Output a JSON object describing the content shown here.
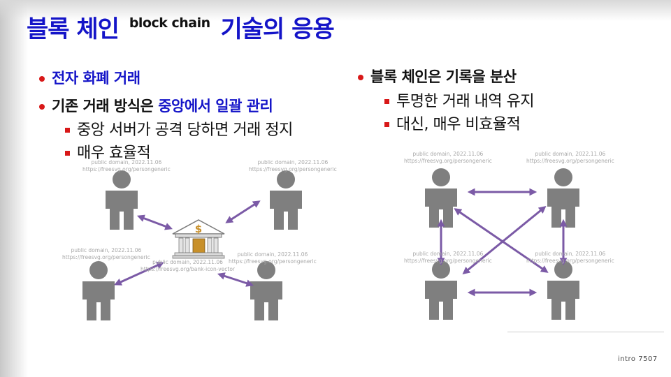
{
  "title": {
    "main": "블록 체인",
    "sup": "block chain",
    "rest": "기술의 응용"
  },
  "left": {
    "bullet1": "전자 화폐 거래",
    "bullet2_pre": "기존 거래 방식은 ",
    "bullet2_hl": "중앙에서 일괄 관리",
    "sub1": "중앙 서버가 공격 당하면 거래 정지",
    "sub2": "매우 효율적"
  },
  "right": {
    "bullet1": "블록 체인은 기록을 분산",
    "sub1": "투명한 거래 내역 유지",
    "sub2": "대신, 매우 비효율적"
  },
  "credits": {
    "person_l1": "public domain, 2022.11.06",
    "person_l2": "https://freesvg.org/persongeneric",
    "bank_l1": "public domain, 2022.11.06",
    "bank_l2": "https://freesvg.org/bank-icon-vector"
  },
  "icons": {
    "person": "person-icon",
    "bank": "bank-icon",
    "arrow": "double-arrow"
  },
  "colors": {
    "title": "#1414c8",
    "bullet": "#d81818",
    "person": "#7f7f7f",
    "arrow": "#7b5aa6",
    "bank_gold": "#c8902a"
  },
  "footer": "intro 7507"
}
